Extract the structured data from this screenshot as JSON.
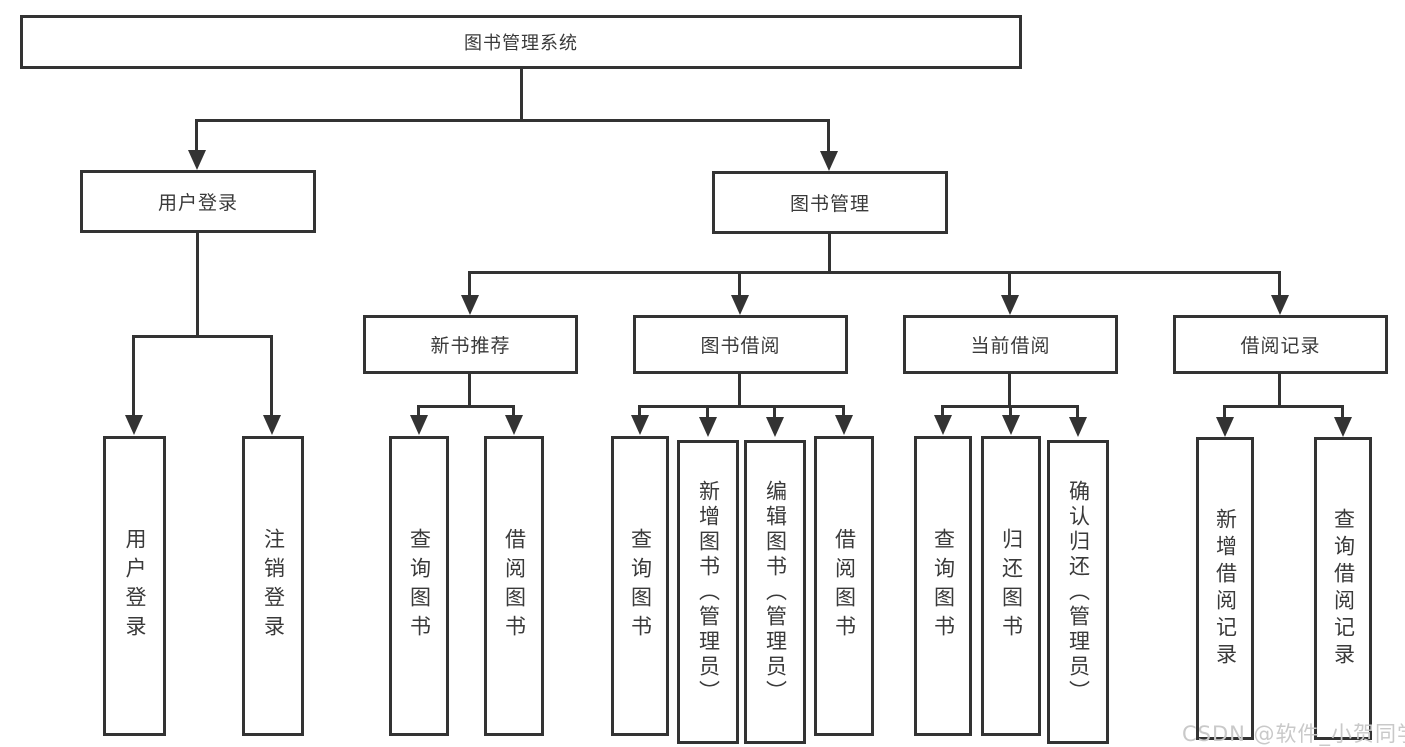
{
  "tree": {
    "label": "图书管理系统",
    "children": [
      {
        "label": "用户登录",
        "children": [
          {
            "label": "用户登录"
          },
          {
            "label": "注销登录"
          }
        ]
      },
      {
        "label": "图书管理",
        "children": [
          {
            "label": "新书推荐",
            "children": [
              {
                "label": "查询图书"
              },
              {
                "label": "借阅图书"
              }
            ]
          },
          {
            "label": "图书借阅",
            "children": [
              {
                "label": "查询图书"
              },
              {
                "label": "新增图书（管理员）"
              },
              {
                "label": "编辑图书（管理员）"
              },
              {
                "label": "借阅图书"
              }
            ]
          },
          {
            "label": "当前借阅",
            "children": [
              {
                "label": "查询图书"
              },
              {
                "label": "归还图书"
              },
              {
                "label": "确认归还（管理员）"
              }
            ]
          },
          {
            "label": "借阅记录",
            "children": [
              {
                "label": "新增借阅记录"
              },
              {
                "label": "查询借阅记录"
              }
            ]
          }
        ]
      }
    ]
  },
  "watermark": {
    "text": "CSDN @软件_小贺同学",
    "color": "#c9c9c9"
  },
  "colors": {
    "line": "#333333",
    "box_background": "#ffffff",
    "text": "#3a3a3a"
  }
}
